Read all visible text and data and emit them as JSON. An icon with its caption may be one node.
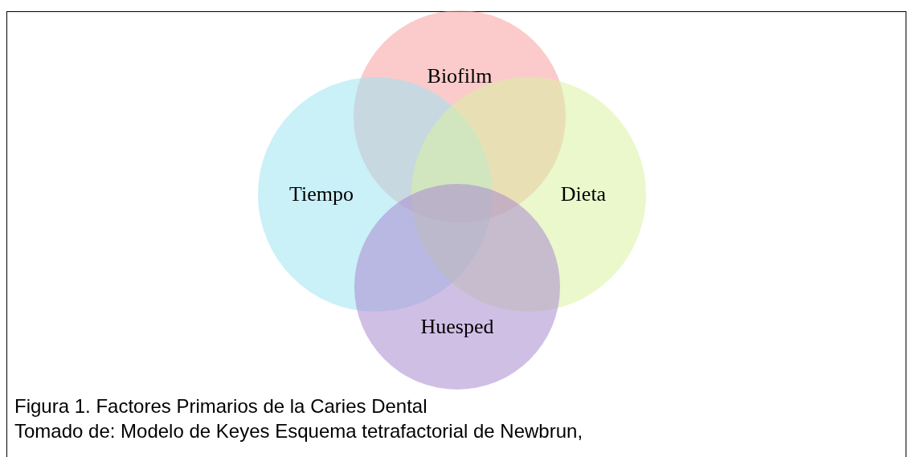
{
  "diagram": {
    "caption": "Figura 1. Factores Primarios de la Caries Dental",
    "nodes": [
      {
        "text": [
          "Biofilm"
        ]
      },
      {
        "text": [
          "Tiempo"
        ]
      },
      {
        "text": [
          "Dieta"
        ]
      },
      {
        "text": [
          "Huesped"
        ]
      }
    ],
    "labels": [
      "Tomado de: Modelo de Keyes Esquema tetrafactorial de Newbrun,"
    ]
  }
}
